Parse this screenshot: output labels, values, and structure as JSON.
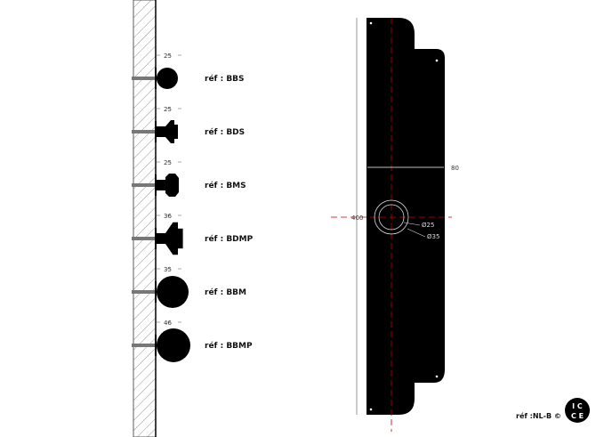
{
  "knobs": [
    {
      "ref": "réf : BBS",
      "dim": "25"
    },
    {
      "ref": "réf : BDS",
      "dim": "25"
    },
    {
      "ref": "réf : BMS",
      "dim": "25"
    },
    {
      "ref": "réf : BDMP",
      "dim": "36"
    },
    {
      "ref": "réf : BBM",
      "dim": "35"
    },
    {
      "ref": "réf : BBMP",
      "dim": "46"
    }
  ],
  "plate": {
    "height": "400",
    "width": "80",
    "inner_diameter": "Ø25",
    "outer_diameter": "Ø35"
  },
  "footer": {
    "ref": "réf :NL-B ©",
    "logo_text": "ICCE"
  },
  "colors": {
    "plate": "#000000",
    "axis": "#c00000"
  }
}
